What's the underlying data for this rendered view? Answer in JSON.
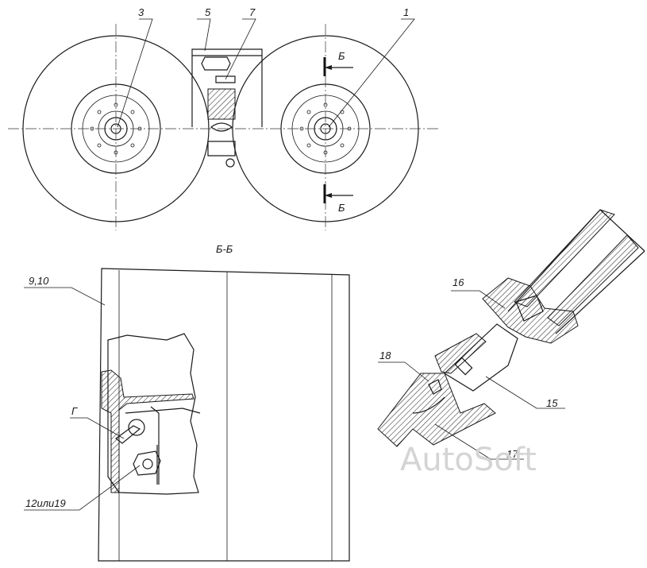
{
  "labels": {
    "l3": "3",
    "l5": "5",
    "l7": "7",
    "l1": "1",
    "section_mark_top": "Б",
    "section_mark_bottom": "Б",
    "section_title": "Б-Б",
    "l910": "9,10",
    "lG": "Г",
    "l1219": "12или19",
    "l16": "16",
    "l18": "18",
    "l15": "15",
    "l17": "17"
  },
  "watermark": "AutoSoft"
}
